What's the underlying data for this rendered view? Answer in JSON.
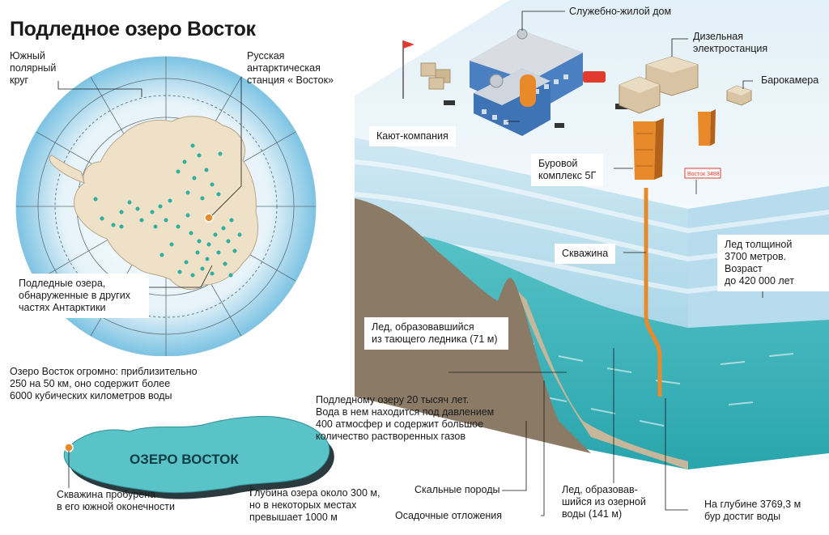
{
  "title": "Подледное озеро Восток",
  "map": {
    "south_polar_circle": [
      "Южный",
      "полярный",
      "круг"
    ],
    "station": [
      "Русская",
      "антарктическая",
      "станция « Восток»"
    ],
    "other_lakes": [
      "Подледные озера,",
      "обнаруженные  в других",
      "частях Антарктики"
    ]
  },
  "lake": {
    "size_text": [
      "Озеро Восток огромно:  приблизительно",
      "250 на 50 км, оно содержит более",
      "6000 кубических километров воды"
    ],
    "name": "ОЗЕРО ВОСТОК",
    "borehole_text": [
      "Скважина пробурена",
      "в его южной оконечности"
    ],
    "depth_text": [
      "Глубина озера около 300  м,",
      "но в некоторых местах",
      "превышает 1000 м"
    ]
  },
  "block": {
    "residential": "Служебно-жилой дом",
    "power": [
      "Дизельная",
      "электростанция"
    ],
    "barochamber": "Барокамера",
    "wardroom": "Кают-компания",
    "drill": [
      "Буровой",
      "комплекс 5Г"
    ],
    "borehole": "Скважина",
    "ice_thickness": [
      "Лед толщиной",
      "3700 метров.",
      "Возраст",
      "до 420 000 лет"
    ],
    "glacier_ice": [
      "Лед, образовавшийся",
      "из тающего ледника (71 м)"
    ],
    "water_age": [
      "Подледному озеру 20 тысяч лет.",
      "Вода в нем находится под давлением",
      "400 атмосфер и содержит большое",
      "количество растворенных газов"
    ],
    "rocks": "Скальные породы",
    "sediments": "Осадочные отложения",
    "lake_ice": [
      "Лед, образовав-",
      "шийся из озерной",
      "воды (141 м)"
    ],
    "depth_reached": [
      "На глубине 3769,3 м",
      "бур достиг воды"
    ],
    "sign": "Восток 3488"
  },
  "colors": {
    "ice": "#cfe6f0",
    "water": "#3fb8c0",
    "rock": "#8a7a66",
    "land": "#efe0c8",
    "accent": "#e98a2a"
  }
}
